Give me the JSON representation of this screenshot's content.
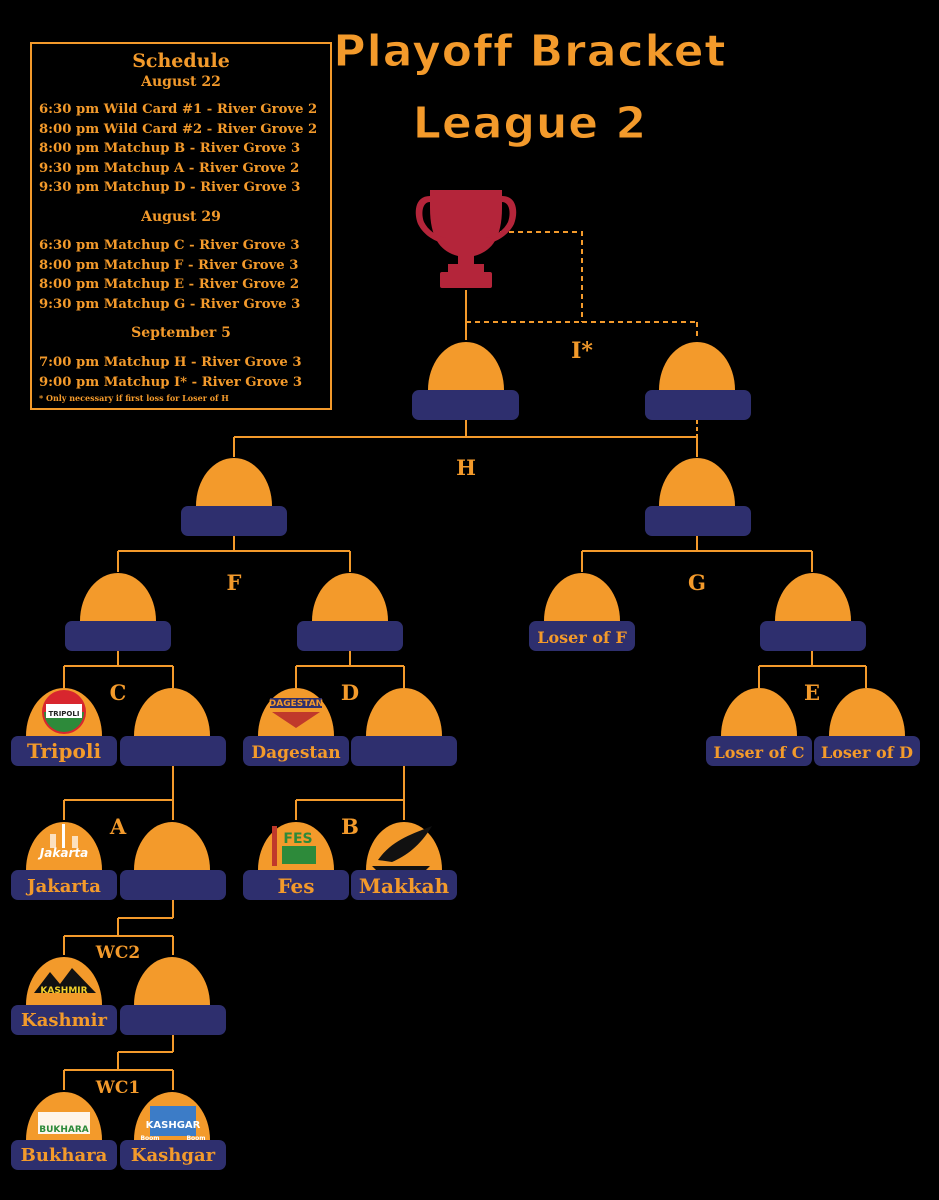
{
  "title": {
    "line1": "Playoff Bracket",
    "line2": "League 2"
  },
  "schedule": {
    "heading": "Schedule",
    "blocks": [
      {
        "date": "August 22",
        "lines": [
          "6:30 pm Wild Card #1 - River Grove 2",
          "8:00 pm Wild Card #2 - River Grove 2",
          "8:00 pm Matchup B - River Grove 3",
          "9:30 pm Matchup A - River Grove 2",
          "9:30 pm Matchup D - River Grove 3"
        ]
      },
      {
        "date": "August 29",
        "lines": [
          "6:30 pm Matchup C - River Grove 3",
          "8:00 pm Matchup F - River Grove 3",
          "8:00 pm Matchup E - River Grove 2",
          "9:30 pm Matchup G - River Grove 3"
        ]
      },
      {
        "date": "September 5",
        "lines": [
          "7:00 pm Matchup H - River Grove 3",
          "9:00 pm Matchup I* - River Grove 3"
        ]
      }
    ],
    "note": "* Only necessary if first loss for Loser of H"
  },
  "matchups": {
    "I": "I*",
    "H": "H",
    "F": "F",
    "G": "G",
    "C": "C",
    "D": "D",
    "E": "E",
    "A": "A",
    "B": "B",
    "WC2": "WC2",
    "WC1": "WC1"
  },
  "teams": {
    "tripoli": "Tripoli",
    "dagestan": "Dagestan",
    "jakarta": "Jakarta",
    "fes": "Fes",
    "makkah": "Makkah",
    "kashmir": "Kashmir",
    "bukhara": "Bukhara",
    "kashgar": "Kashgar",
    "loser_f": "Loser of F",
    "loser_c": "Loser of C",
    "loser_d": "Loser of D"
  },
  "logos": {
    "tripoli": "TRIPOLI",
    "dagestan": "DAGESTAN",
    "jakarta": "Jakarta",
    "fes": "FES",
    "kashmir": "KASHMIR",
    "bukhara": "BUKHARA",
    "kashgar": "KASHGAR",
    "kashgar_sub": "Boom"
  },
  "colors": {
    "orange": "#f39a2b",
    "navy": "#2e2f6e",
    "trophy": "#b4253a",
    "background": "#000000"
  }
}
